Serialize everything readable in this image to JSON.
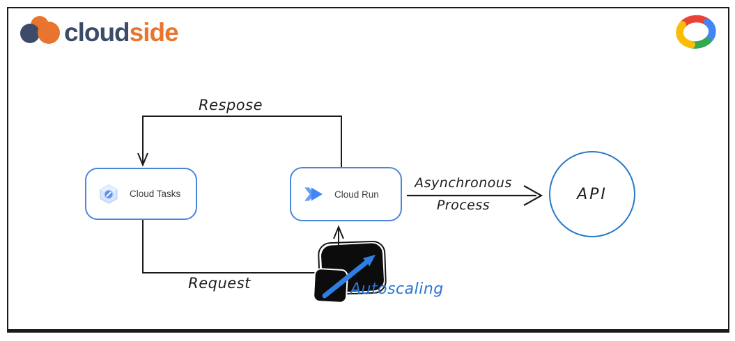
{
  "header": {
    "brand_part1": "cloud",
    "brand_part2": "side"
  },
  "diagram": {
    "nodes": [
      {
        "id": "cloud-tasks",
        "label": "Cloud Tasks",
        "icon": "cloud-tasks-icon",
        "shape": "rounded-rect"
      },
      {
        "id": "cloud-run",
        "label": "Cloud Run",
        "icon": "cloud-run-icon",
        "shape": "rounded-rect"
      },
      {
        "id": "api",
        "label": "API",
        "shape": "circle"
      }
    ],
    "edges": [
      {
        "from": "cloud-run",
        "to": "cloud-tasks",
        "label": "Respose"
      },
      {
        "from": "cloud-tasks",
        "to": "cloud-run",
        "label": "Request"
      },
      {
        "from": "cloud-run",
        "to": "api",
        "label_line1": "Asynchronous",
        "label_line2": "Process"
      }
    ],
    "annotation": {
      "id": "autoscaling",
      "label": "Autoscaling",
      "icon": "autoscaling-icon"
    }
  },
  "colors": {
    "brand_navy": "#3d4a68",
    "brand_orange": "#e8742e",
    "node_border_blue": "#4a86d8",
    "api_border_blue": "#2878c8",
    "annotation_blue": "#2b76d2",
    "ink": "#1a1a1a",
    "gcp_red": "#EA4335",
    "gcp_blue": "#4285F4",
    "gcp_yellow": "#FBBC05",
    "gcp_green": "#34A853"
  },
  "icons": [
    "cloudside-cloud-icon",
    "google-cloud-logo",
    "cloud-tasks-icon",
    "cloud-run-icon",
    "autoscaling-icon"
  ]
}
